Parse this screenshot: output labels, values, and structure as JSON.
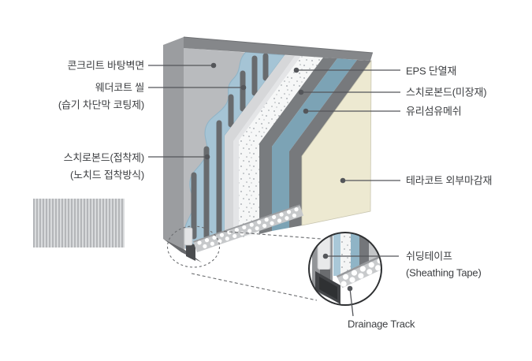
{
  "diagram": {
    "title_context": "exterior insulation wall system cutaway",
    "left_labels": [
      {
        "label": "콘크리트 바탕벽면",
        "sub": ""
      },
      {
        "label": "웨더코트 씰",
        "sub": "(습기 차단막 코팅제)"
      },
      {
        "label": "스치로본드(접착제)",
        "sub": "(노치드 접착방식)"
      }
    ],
    "right_labels": [
      {
        "label": "EPS 단열재"
      },
      {
        "label": "스치로본드(미장재)"
      },
      {
        "label": "유리섬유메쉬"
      },
      {
        "label": "테라코트 외부마감재"
      },
      {
        "label": "쉬딩테이프",
        "sub": "(Sheathing Tape)"
      }
    ],
    "bottom_label": "Drainage Track",
    "colors": {
      "concrete": "#b9bbbe",
      "wall_top": "#85878a",
      "wall_side": "#9b9da0",
      "weathercoat_blue": "#a5c4d5",
      "adhesive_rib": "#686b6e",
      "eps_cut_edge": "#d6d7d9",
      "eps_face": "#f6f7f7",
      "bond_coat_gray": "#797c7f",
      "mesh_blue": "#7ca3b5",
      "finish_cream": "#ede9d1",
      "line": "#54565a"
    }
  }
}
